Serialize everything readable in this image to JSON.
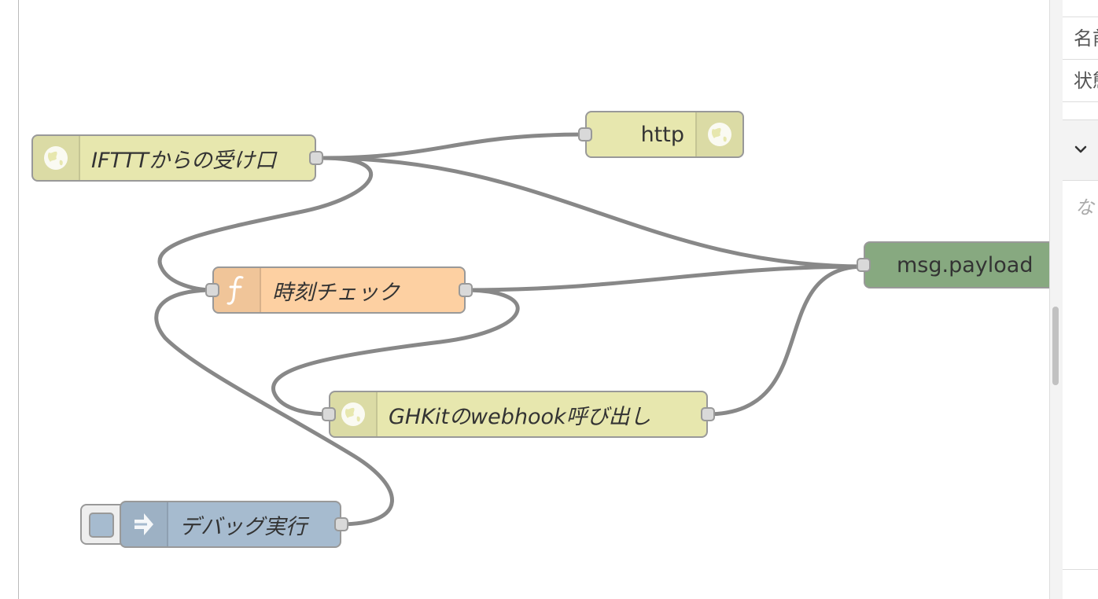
{
  "flow": {
    "nodes": {
      "ifttt": {
        "label": "IFTTTからの受け口",
        "type": "http in",
        "icon": "globe-icon",
        "color": "#e7e7ae"
      },
      "http": {
        "label": "http",
        "type": "http response",
        "icon": "globe-icon",
        "color": "#e7e7ae"
      },
      "func": {
        "label": "時刻チェック",
        "type": "function",
        "icon": "function-icon",
        "color": "#fdd0a2"
      },
      "ghkit": {
        "label": "GHKitのwebhook呼び出し",
        "type": "http request",
        "icon": "globe-icon",
        "color": "#e7e7ae"
      },
      "debug_inject": {
        "label": "デバッグ実行",
        "type": "inject",
        "icon": "arrow-right-icon",
        "color": "#a6bbcf"
      },
      "msg_payload": {
        "label": "msg.payload",
        "type": "debug",
        "color": "#87a980"
      }
    },
    "wires": [
      {
        "from": "IFTTTからの受け口",
        "to": "http"
      },
      {
        "from": "IFTTTからの受け口",
        "to": "msg.payload"
      },
      {
        "from": "IFTTTからの受け口",
        "to": "時刻チェック"
      },
      {
        "from": "時刻チェック",
        "to": "msg.payload"
      },
      {
        "from": "時刻チェック",
        "to": "GHKitのwebhook呼び出し"
      },
      {
        "from": "GHKitのwebhook呼び出し",
        "to": "msg.payload"
      },
      {
        "from": "デバッグ実行",
        "to": "時刻チェック"
      }
    ]
  },
  "sidebar": {
    "name_label": "名前",
    "status_label": "状態",
    "chevron_icon": "chevron-down-icon",
    "empty_text": "なし"
  }
}
